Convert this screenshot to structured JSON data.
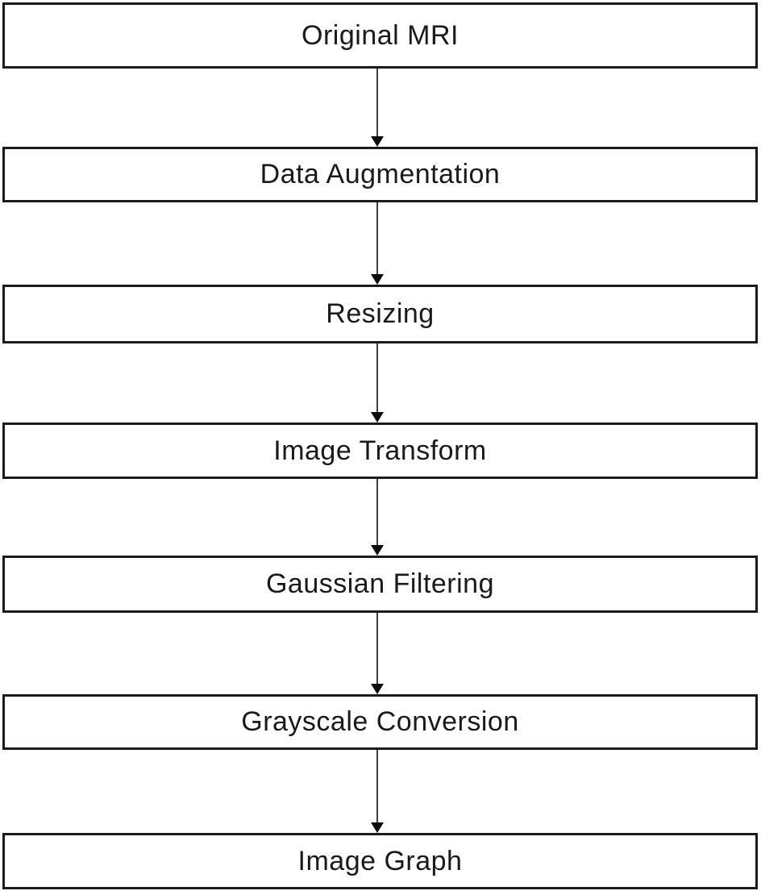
{
  "diagram": {
    "type": "flowchart",
    "direction": "top-to-bottom",
    "colors": {
      "background": "#ffffff",
      "node_fill": "#ffffff",
      "node_border": "#1b1b1b",
      "arrow_line": "#3f3f3f",
      "arrow_head": "#0d0d0d",
      "text": "#1a1a1a"
    },
    "nodes": [
      {
        "label": "Original MRI"
      },
      {
        "label": "Data Augmentation"
      },
      {
        "label": "Resizing"
      },
      {
        "label": "Image Transform"
      },
      {
        "label": "Gaussian Filtering"
      },
      {
        "label": "Grayscale Conversion"
      },
      {
        "label": "Image Graph"
      }
    ],
    "edges": [
      {
        "from": "Original MRI",
        "to": "Data Augmentation"
      },
      {
        "from": "Data Augmentation",
        "to": "Resizing"
      },
      {
        "from": "Resizing",
        "to": "Image Transform"
      },
      {
        "from": "Image Transform",
        "to": "Gaussian Filtering"
      },
      {
        "from": "Gaussian Filtering",
        "to": "Grayscale Conversion"
      },
      {
        "from": "Grayscale Conversion",
        "to": "Image Graph"
      }
    ]
  }
}
